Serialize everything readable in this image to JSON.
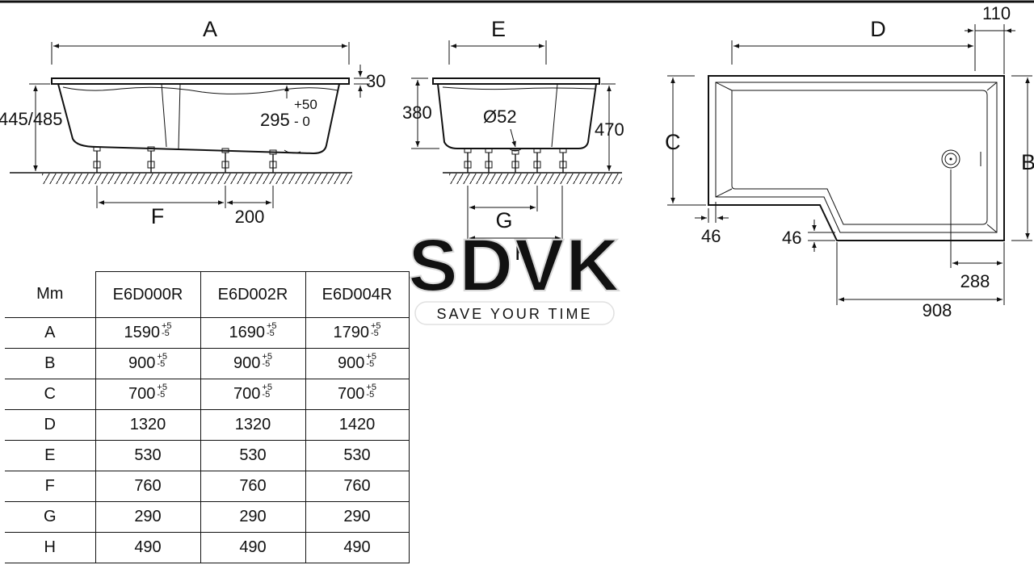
{
  "drawing": {
    "side_view": {
      "dim_A": "A",
      "dim_30": "30",
      "dim_445_485": "445/485",
      "dim_plus50": "+50",
      "dim_295": "295",
      "dim_minus0": "- 0",
      "dim_F": "F",
      "dim_200": "200"
    },
    "end_view": {
      "dim_E": "E",
      "dim_380": "380",
      "dim_o52": "Ø52",
      "dim_470": "470",
      "dim_G": "G",
      "dim_H": "H"
    },
    "plan_view": {
      "dim_D": "D",
      "dim_110": "110",
      "dim_C": "C",
      "dim_B": "B",
      "dim_46_left": "46",
      "dim_46_step": "46",
      "dim_288": "288",
      "dim_908": "908"
    }
  },
  "watermark": {
    "logo": "SDVK",
    "tagline": "SAVE YOUR TIME"
  },
  "table": {
    "corner_label": "Mm",
    "columns": [
      "E6D000R",
      "E6D002R",
      "E6D004R"
    ],
    "rows": [
      {
        "label": "A",
        "values": [
          "1590",
          "1690",
          "1790"
        ],
        "tol_plus": "+5",
        "tol_minus": "-5"
      },
      {
        "label": "B",
        "values": [
          "900",
          "900",
          "900"
        ],
        "tol_plus": "+5",
        "tol_minus": "-5"
      },
      {
        "label": "C",
        "values": [
          "700",
          "700",
          "700"
        ],
        "tol_plus": "+5",
        "tol_minus": "-5"
      },
      {
        "label": "D",
        "values": [
          "1320",
          "1320",
          "1420"
        ]
      },
      {
        "label": "E",
        "values": [
          "530",
          "530",
          "530"
        ]
      },
      {
        "label": "F",
        "values": [
          "760",
          "760",
          "760"
        ]
      },
      {
        "label": "G",
        "values": [
          "290",
          "290",
          "290"
        ]
      },
      {
        "label": "H",
        "values": [
          "490",
          "490",
          "490"
        ]
      }
    ]
  }
}
